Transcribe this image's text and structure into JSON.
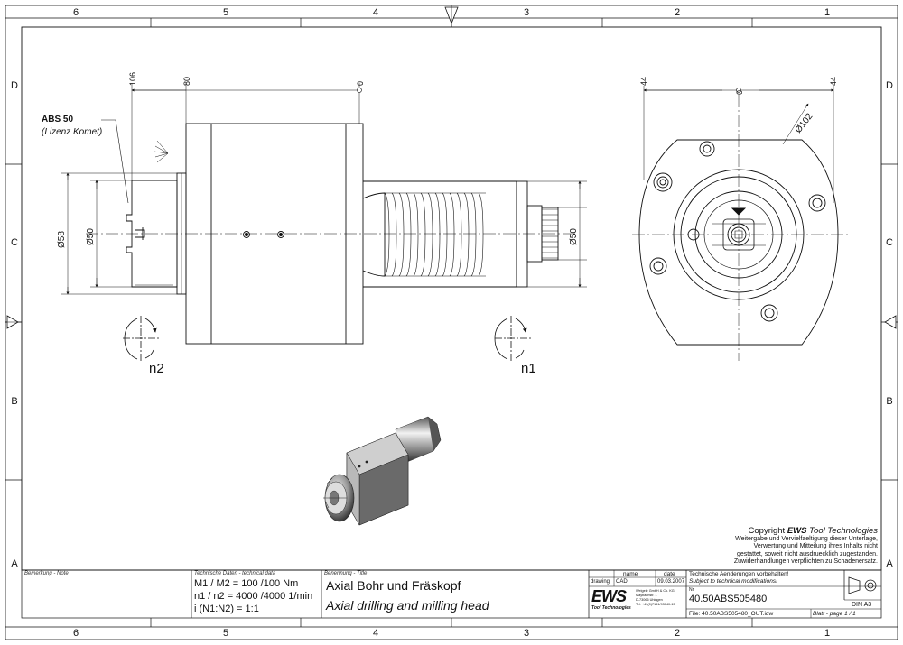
{
  "zones": {
    "columns": [
      "6",
      "5",
      "4",
      "3",
      "2",
      "1"
    ],
    "rows": [
      "D",
      "C",
      "B",
      "A"
    ]
  },
  "front_view": {
    "dims": {
      "d1": "106",
      "d2": "80",
      "d3": "0"
    },
    "note_line1": "ABS 50",
    "note_line2": "(Lizenz Komet)",
    "dia58": "Ø58",
    "dia50_left": "Ø50",
    "dia50_right": "Ø50",
    "n2": "n2",
    "n1": "n1"
  },
  "side_view": {
    "dims": {
      "left": "44",
      "center": "0",
      "right": "44"
    },
    "dia102": "Ø102"
  },
  "copyright": {
    "head_prefix": "Copyright",
    "head_brand": "EWS",
    "head_suffix": "Tool Technologies",
    "lines": [
      "Weitergabe und Vervielfaeltigung dieser Unterlage,",
      "Verwertung und Mitteilung ihres Inhalts nicht",
      "gestattet, soweit nicht ausdruecklich zugestanden.",
      "Zuwiderhandlungen verpflichten zu Schadenersatz."
    ]
  },
  "title_block": {
    "remark_label": "Bemerkung - Note",
    "tech_label": "Technische Daten - technical data",
    "torque": "M1 / M2 = 100 /100 Nm",
    "speed": "n1 / n2 = 4000 /4000  1/min",
    "ratio": "i  (N1:N2) = 1:1",
    "name_label": "Benennung - Title",
    "title_de": "Axial Bohr und Fräskopf",
    "title_en": "Axial drilling and milling head",
    "col_name": "name",
    "col_date": "date",
    "row_drawing": "drawing",
    "row_cad": "CAD",
    "row_date": "09.03.2007",
    "logo": "EWS",
    "logo_sub": "Tool Technologies",
    "address": [
      "Weigele GmbH & Co. KG",
      "Maybachstr. 1",
      "D-73066 Uhingen",
      "Tel. +49(0)7161/93040-15"
    ],
    "change_de": "Technische Aenderungen vorbehalten!",
    "change_en": "Subject to technical modifications!",
    "nr_label": "Nr.",
    "drawing_no": "40.50ABS505480",
    "file": "File: 40.50ABS505480_OUT.idw",
    "sheet": "Blatt - page",
    "sheet_no": "1 / 1",
    "format": "DIN A3"
  }
}
